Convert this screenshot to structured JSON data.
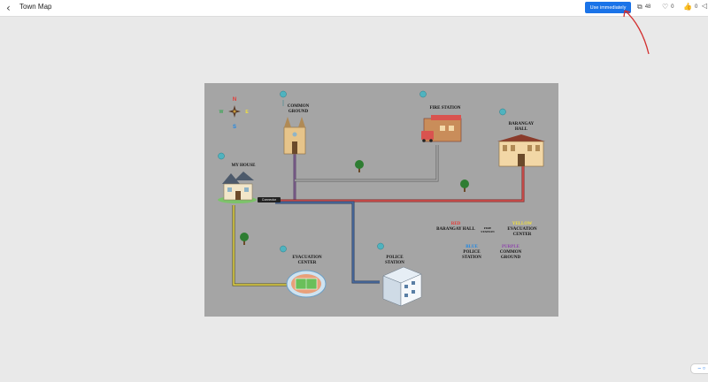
{
  "header": {
    "back_icon": "chevron-left-icon",
    "title": "Town Map",
    "use_button": "Use immediately",
    "copies": "48",
    "likes": "0",
    "thumbs": "0"
  },
  "map": {
    "compass": {
      "n": "N",
      "s": "S",
      "e": "E",
      "w": "W"
    },
    "places": {
      "common_ground": "COMMON GROUND",
      "fire_station": "FIRE STATION",
      "barangay_hall": "BARANGAY HALL",
      "my_house": "MY HOUSE",
      "evacuation_center": "EVACUATION CENTER",
      "police_station": "POLICE STATION"
    },
    "connector_tag": "Connector",
    "legend": [
      {
        "color_word": "RED",
        "place": "BARANGAY HALL",
        "color": "#e53935"
      },
      {
        "color_word": "",
        "place": "FIRE STATION",
        "color": "#111111"
      },
      {
        "color_word": "YELLOW",
        "place": "EVACUATION CENTER",
        "color": "#f4e23a"
      },
      {
        "color_word": "BLUE",
        "place": "POLICE STATION",
        "color": "#1e88e5"
      },
      {
        "color_word": "PURPLE",
        "place": "COMMON GROUND",
        "color": "#8e44ad"
      }
    ],
    "route_colors": {
      "red": "#d9534f",
      "yellow": "#e2d24b",
      "blue": "#4a6fa5",
      "purple": "#7a5a8a",
      "gray": "#8a8a8a"
    }
  },
  "zoom_control": "– ○"
}
